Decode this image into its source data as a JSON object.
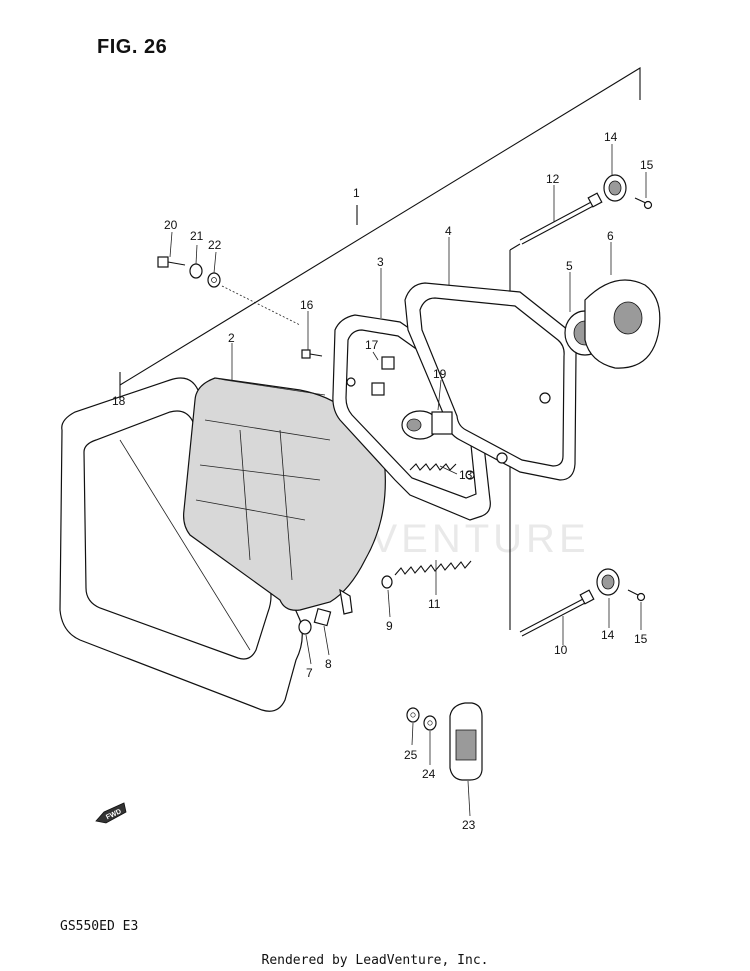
{
  "figure": {
    "title": "FIG. 26",
    "model": "GS550ED  E3"
  },
  "footer": "Rendered by LeadVenture, Inc.",
  "watermark": "LEADVENTURE",
  "fwd_badge": "FWD",
  "callouts": {
    "c1": "1",
    "c2": "2",
    "c3": "3",
    "c4": "4",
    "c5": "5",
    "c6": "6",
    "c7": "7",
    "c8": "8",
    "c9": "9",
    "c10": "10",
    "c11": "11",
    "c12": "12",
    "c13": "13",
    "c14a": "14",
    "c14b": "14",
    "c15a": "15",
    "c15b": "15",
    "c16": "16",
    "c17": "17",
    "c18": "18",
    "c19": "19",
    "c20": "20",
    "c21": "21",
    "c22": "22",
    "c23": "23",
    "c24": "24",
    "c25": "25"
  }
}
